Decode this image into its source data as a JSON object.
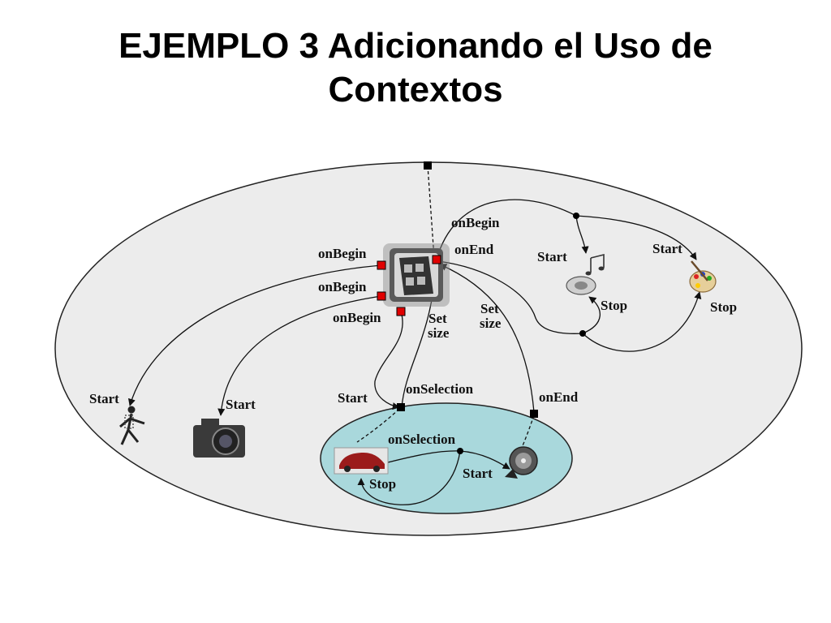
{
  "title": {
    "line1": "EJEMPLO 3 Adicionando el Uso de",
    "line2": "Contextos"
  },
  "labels": {
    "onbegin_top": "onBegin",
    "onend_top": "onEnd",
    "onbegin_left1": "onBegin",
    "onbegin_left2": "onBegin",
    "onbegin_left3": "onBegin",
    "set1": "Set",
    "size1": "size",
    "set2": "Set",
    "size2": "size",
    "start_music": "Start",
    "stop_music": "Stop",
    "start_palette": "Start",
    "stop_palette": "Stop",
    "start_runner": "Start",
    "start_camera": "Start",
    "start_context": "Start",
    "onselection_context": "onSelection",
    "onend_context": "onEnd",
    "onselection_inner": "onSelection",
    "start_inner": "Start",
    "stop_inner": "Stop"
  },
  "icons": [
    "film-reel-icon",
    "music-note-icon",
    "speaker-icon",
    "paint-palette-icon",
    "runner-icon",
    "camera-icon",
    "car-icon",
    "cd-icon"
  ],
  "colors": {
    "outer_context": "#ececec",
    "inner_context": "#a9d8dc",
    "port_red": "#e00000",
    "port_black": "#000000"
  }
}
